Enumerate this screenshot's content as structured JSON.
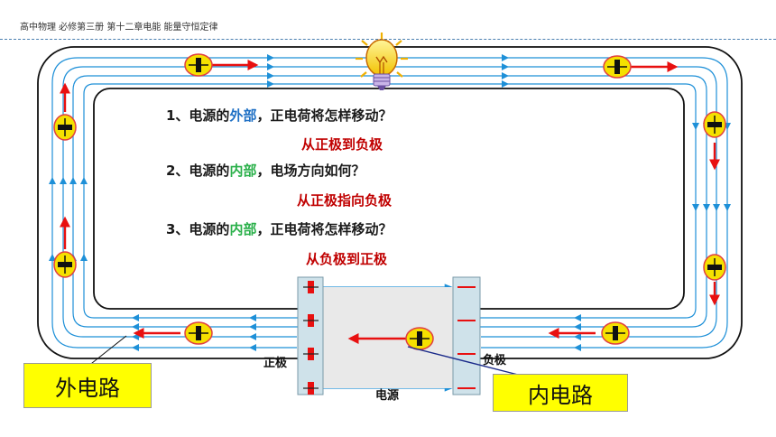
{
  "header": {
    "title": "高中物理  必修第三册 第十二章电能 能量守恒定律"
  },
  "questions": [
    {
      "prefix": "1、电源的",
      "highlight": "外部",
      "suffix": "，正电荷将怎样移动？",
      "answer": "从正极到负极"
    },
    {
      "prefix": "2、电源的",
      "highlight": "内部",
      "suffix": "，电场方向如何？",
      "answer": "从正极指向负极"
    },
    {
      "prefix": "3、电源的",
      "highlight": "内部",
      "suffix": "，正电荷将怎样移动？",
      "answer": "从负极到正极"
    }
  ],
  "labels": {
    "positive_pole": "正极",
    "negative_pole": "负极",
    "source": "电源",
    "external_circuit": "外电路",
    "internal_circuit": "内电路"
  },
  "colors": {
    "field_line": "#1e90d8",
    "arrow_red": "#e81010",
    "answer": "#c00000",
    "callout": "#ffff00",
    "highlight_blue": "#1d6fc4",
    "highlight_green": "#2ab04a",
    "charge_badge": "#f5e000"
  },
  "icons": {
    "idea": "lightbulb-icon",
    "charge": "positive-charge-icon"
  }
}
